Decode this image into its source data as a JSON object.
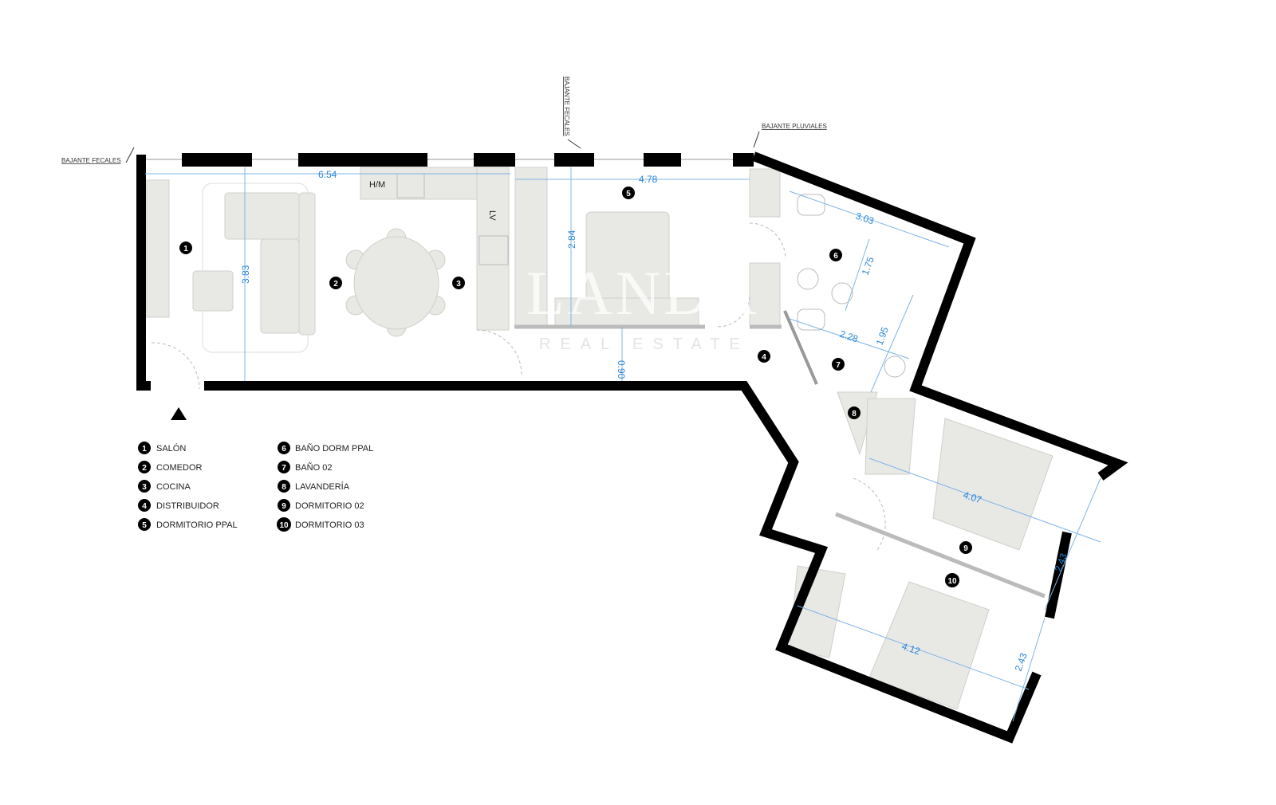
{
  "annotations": {
    "left_downpipe": "BAJANTE FECALES",
    "top_downpipe": "BAJANTE FECALES",
    "rain_downpipe": "BAJANTE PLUVIALES"
  },
  "fixtures": {
    "hm": "H/M",
    "lv": "LV"
  },
  "dimensions": [
    "6.54",
    "4.78",
    "3.83",
    "2.84",
    "0.90",
    "3.03",
    "1.75",
    "2.28",
    "1.95",
    "4.07",
    "2.43",
    "4.12",
    "2.43"
  ],
  "rooms": [
    {
      "num": "1",
      "name": "SALÓN"
    },
    {
      "num": "2",
      "name": "COMEDOR"
    },
    {
      "num": "3",
      "name": "COCINA"
    },
    {
      "num": "4",
      "name": "DISTRIBUIDOR"
    },
    {
      "num": "5",
      "name": "DORMITORIO PPAL"
    },
    {
      "num": "6",
      "name": "BAÑO DORM PPAL"
    },
    {
      "num": "7",
      "name": "BAÑO 02"
    },
    {
      "num": "8",
      "name": "LAVANDERÍA"
    },
    {
      "num": "9",
      "name": "DORMITORIO 02"
    },
    {
      "num": "10",
      "name": "DORMITORIO 03"
    }
  ],
  "watermark": {
    "brand": "LANDA",
    "tagline": "REAL ESTATE"
  },
  "colors": {
    "wall": "#000000",
    "furniture": "#e8e8e5",
    "dimension": "#2a86d8"
  }
}
